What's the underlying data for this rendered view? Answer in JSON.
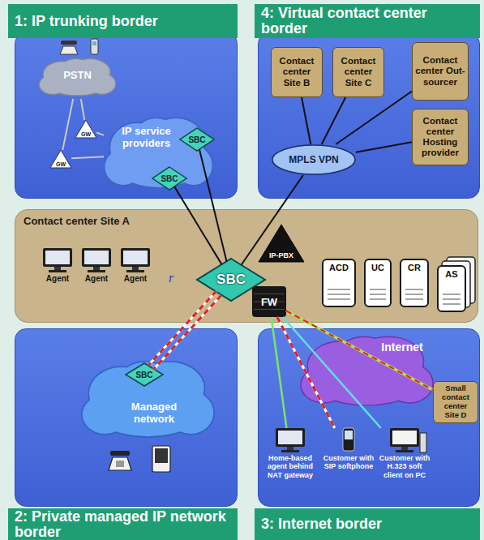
{
  "diagram": {
    "nodes": [
      {
        "text": [
          "1: IP trunking border"
        ]
      },
      {
        "text": [
          "PSTN"
        ],
        "in": 0
      },
      {
        "text": [
          "IP service providers"
        ],
        "in": 0
      },
      {
        "text": [
          "GW"
        ],
        "in": 0
      },
      {
        "text": [
          "GW"
        ],
        "in": 0
      },
      {
        "text": [
          "SBC"
        ],
        "in": 2
      },
      {
        "text": [
          "SBC"
        ],
        "in": 2
      },
      {
        "text": [
          "4: Virtual contact center border"
        ]
      },
      {
        "text": [
          "Contact center Site B"
        ],
        "in": 7
      },
      {
        "text": [
          "Contact center Site C"
        ],
        "in": 7
      },
      {
        "text": [
          "Contact center Out-sourcer"
        ],
        "in": 7
      },
      {
        "text": [
          "Contact center Hosting provider"
        ],
        "in": 7
      },
      {
        "text": [
          "MPLS VPN"
        ],
        "in": 7
      },
      {
        "text": [
          "Contact center Site A"
        ]
      },
      {
        "text": [
          "Agent"
        ],
        "in": 13
      },
      {
        "text": [
          "Agent"
        ],
        "in": 13
      },
      {
        "text": [
          "Agent"
        ],
        "in": 13
      },
      {
        "text": [
          "SBC"
        ],
        "in": 13
      },
      {
        "text": [
          "IP-PBX"
        ],
        "in": 13
      },
      {
        "text": [
          "FW"
        ],
        "in": 13
      },
      {
        "text": [
          "ACD"
        ],
        "in": 13
      },
      {
        "text": [
          "UC"
        ],
        "in": 13
      },
      {
        "text": [
          "CR"
        ],
        "in": 13
      },
      {
        "text": [
          "AS"
        ],
        "in": 13
      },
      {
        "text": [
          "2: Private managed IP network border"
        ]
      },
      {
        "text": [
          "Managed network"
        ],
        "in": 24
      },
      {
        "text": [
          "SBC"
        ],
        "in": 25
      },
      {
        "text": [
          "3: Internet border"
        ]
      },
      {
        "text": [
          "Internet"
        ],
        "in": 27
      },
      {
        "text": [
          "Small contact center Site D"
        ],
        "in": 27
      },
      {
        "text": [
          "Home-based agent behind NAT gateway"
        ],
        "in": 27
      },
      {
        "text": [
          "Customer with SIP softphone"
        ],
        "in": 27
      },
      {
        "text": [
          "Customer with H.323 soft client on PC"
        ],
        "in": 27
      }
    ],
    "edges": [
      {
        "from": 3,
        "to": 1,
        "arrow": "none"
      },
      {
        "from": 4,
        "to": 1,
        "arrow": "none"
      },
      {
        "from": 3,
        "to": 2,
        "arrow": "none"
      },
      {
        "from": 4,
        "to": 2,
        "arrow": "none"
      },
      {
        "from": 5,
        "to": 17,
        "arrow": "none"
      },
      {
        "from": 6,
        "to": 17,
        "arrow": "none"
      },
      {
        "from": 8,
        "to": 12,
        "arrow": "none"
      },
      {
        "from": 9,
        "to": 12,
        "arrow": "none"
      },
      {
        "from": 10,
        "to": 12,
        "arrow": "none"
      },
      {
        "from": 11,
        "to": 12,
        "arrow": "none"
      },
      {
        "from": 12,
        "to": 17,
        "arrow": "none"
      },
      {
        "from": 17,
        "to": 26,
        "arrow": "none"
      },
      {
        "from": 17,
        "to": 26,
        "arrow": "none"
      },
      {
        "from": 19,
        "to": 30,
        "arrow": "none"
      },
      {
        "from": 19,
        "to": 31,
        "arrow": "none"
      },
      {
        "from": 19,
        "to": 32,
        "arrow": "none"
      },
      {
        "from": 19,
        "to": 29,
        "arrow": "none"
      }
    ],
    "labels": [
      "r"
    ]
  }
}
